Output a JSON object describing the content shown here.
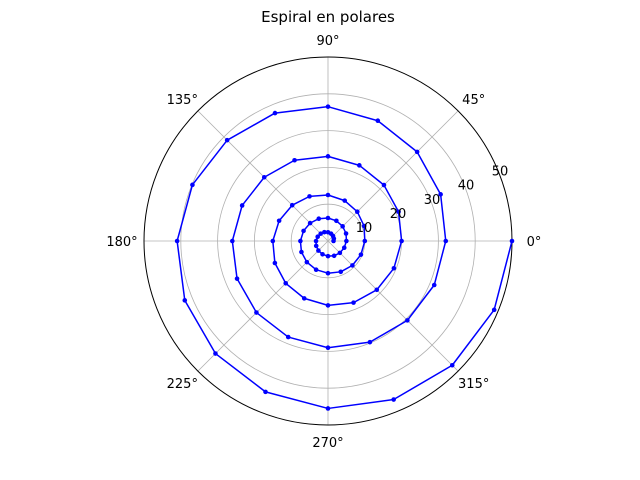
{
  "chart_data": {
    "type": "line",
    "projection": "polar",
    "title": "Espiral en polares",
    "theta_tick_labels": [
      "0°",
      "45°",
      "90°",
      "135°",
      "180°",
      "225°",
      "270°",
      "315°"
    ],
    "theta_ticks_deg": [
      0,
      45,
      90,
      135,
      180,
      225,
      270,
      315
    ],
    "r_tick_labels": [
      "10",
      "20",
      "30",
      "40",
      "50"
    ],
    "r_ticks": [
      10,
      20,
      30,
      40,
      50
    ],
    "rlim": [
      0,
      50
    ],
    "grid": true,
    "r_label_angle_deg": 22.5,
    "series": [
      {
        "line_color": "#0000ff",
        "marker": "point",
        "samples_per_turn": 16,
        "theta_start_deg": 0,
        "theta_end_deg": 1800,
        "r_at_turn_end": [
          1.5,
          5.0,
          10.0,
          20.0,
          32.0,
          50.0
        ]
      }
    ]
  },
  "colors": {
    "axes": "#000000",
    "grid": "#b0b0b0",
    "series": "#0000ff"
  }
}
